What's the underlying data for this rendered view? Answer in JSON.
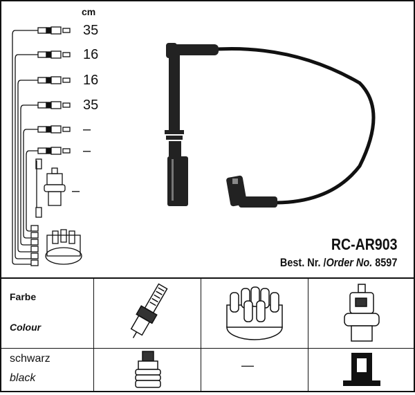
{
  "unit_label": "cm",
  "lengths": [
    "35",
    "16",
    "16",
    "35",
    "–",
    "–"
  ],
  "coil_length": "–",
  "product": {
    "code": "RC-AR903",
    "order_prefix": "Best. Nr. /",
    "order_label": "Order No.",
    "order_number": "8597"
  },
  "table": {
    "header_de": "Farbe",
    "header_en": "Colour",
    "color_de": "schwarz",
    "color_en": "black",
    "distributor_value": "—"
  }
}
